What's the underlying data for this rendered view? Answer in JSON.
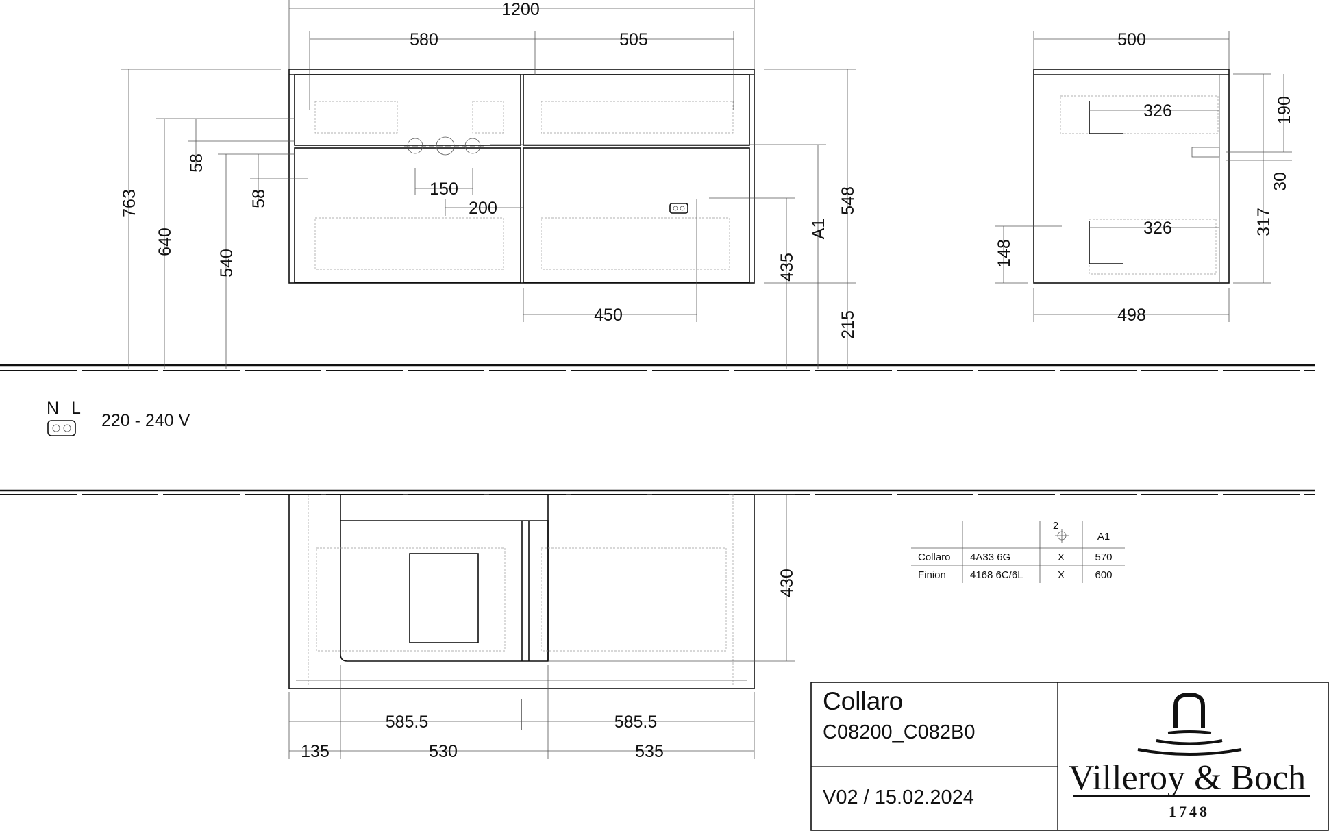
{
  "title_block": {
    "product": "Collaro",
    "article": "C08200_C082B0",
    "version": "V02 / 15.02.2024",
    "brand": "Villeroy & Boch",
    "brand_year": "1748"
  },
  "electrical": {
    "n_label": "N",
    "l_label": "L",
    "voltage": "220 - 240 V"
  },
  "front_view_dimensions": {
    "total_width": "1200",
    "left_width": "580",
    "right_width": "505",
    "total_height": "763",
    "h640": "640",
    "h540": "540",
    "h58a": "58",
    "h58b": "58",
    "tap_spacing": "150",
    "tap_offset": "200",
    "socket_offset": "450",
    "socket_height": "435",
    "a1": "A1",
    "h548": "548",
    "h215": "215"
  },
  "side_view_dimensions": {
    "depth_top": "500",
    "upper_drawer": "326",
    "lower_drawer": "326",
    "h190": "190",
    "h30": "30",
    "h317": "317",
    "h148": "148",
    "depth_bottom": "498"
  },
  "plan_view_dimensions": {
    "depth": "430",
    "half_left": "585.5",
    "half_right": "585.5",
    "w135": "135",
    "w530": "530",
    "w535": "535"
  },
  "compatibility_table": {
    "headers": [
      "",
      "",
      "2",
      "A1"
    ],
    "rows": [
      {
        "name": "Collaro",
        "code": "4A33 6G",
        "mark": "X",
        "a1": "570"
      },
      {
        "name": "Finion",
        "code": "4168 6C/6L",
        "mark": "X",
        "a1": "600"
      }
    ]
  }
}
